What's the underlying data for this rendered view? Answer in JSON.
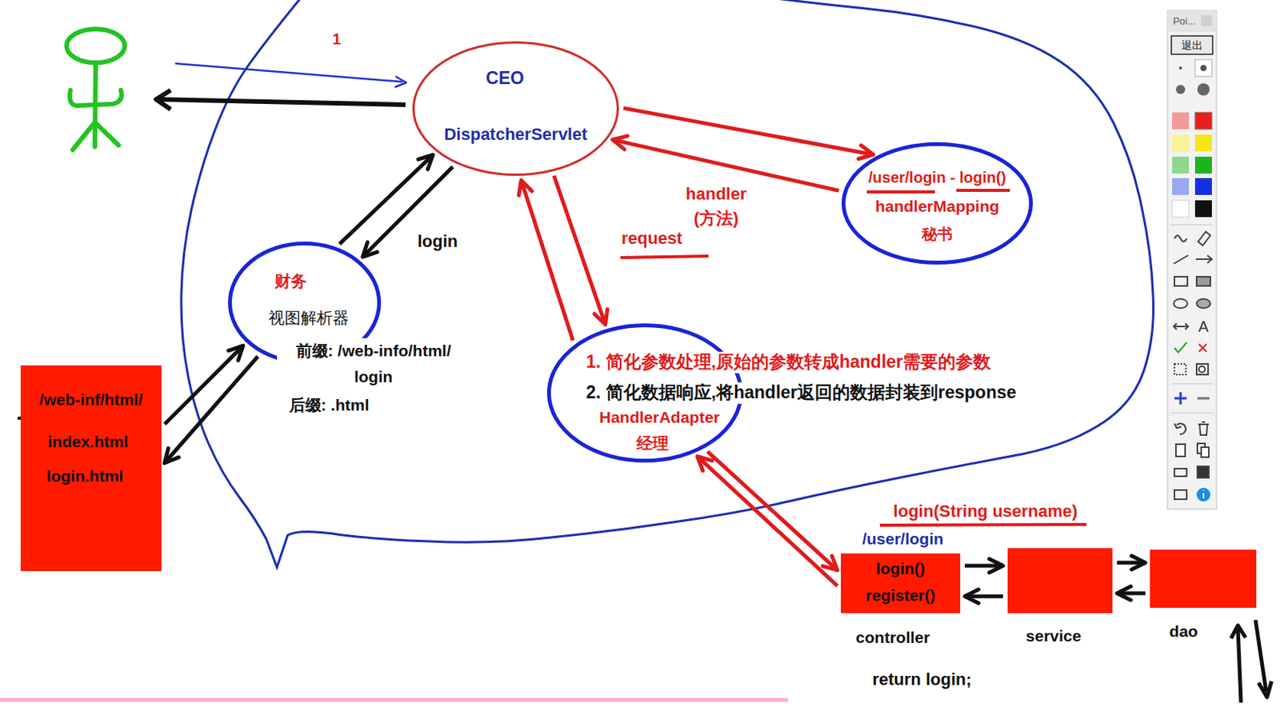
{
  "diagram": {
    "nodes": [
      {
        "text": [
          "CEO",
          "DispatcherServlet"
        ]
      },
      {
        "text": [
          "/user/login - login()",
          "handlerMapping",
          "秘书"
        ]
      },
      {
        "text": [
          "财务",
          "视图解析器",
          "前缀: /web-info/html/ login",
          "后缀: .html"
        ]
      },
      {
        "text": [
          "1. 简化参数处理,原始的参数转成handler需要的参数",
          "2. 简化数据响应,将handler返回的数据封装到response",
          "HandlerAdapter",
          "经理"
        ]
      },
      {
        "text": [
          "/web-inf/html/",
          "index.html",
          "login.html"
        ]
      },
      {
        "text": [
          "/user/login",
          "login()",
          "register()",
          "controller"
        ]
      },
      {
        "text": [
          "service"
        ]
      },
      {
        "text": [
          "dao"
        ]
      }
    ],
    "edges": [
      {
        "from": 0,
        "to": 1,
        "arrow": "to"
      },
      {
        "from": 1,
        "to": 0,
        "arrow": "to",
        "label": "handler (方法)"
      },
      {
        "from": 0,
        "to": 3,
        "arrow": "to",
        "label": "request"
      },
      {
        "from": 3,
        "to": 0,
        "arrow": "to"
      },
      {
        "from": 0,
        "to": 2,
        "arrow": "to",
        "label": "login"
      },
      {
        "from": 2,
        "to": 0,
        "arrow": "to"
      },
      {
        "from": 2,
        "to": 4,
        "arrow": "to"
      },
      {
        "from": 4,
        "to": 2,
        "arrow": "to"
      },
      {
        "from": 3,
        "to": 5,
        "arrow": "to"
      },
      {
        "from": 5,
        "to": 3,
        "arrow": "to"
      },
      {
        "from": 5,
        "to": 6,
        "arrow": "to"
      },
      {
        "from": 6,
        "to": 5,
        "arrow": "to"
      },
      {
        "from": 6,
        "to": 7,
        "arrow": "to"
      },
      {
        "from": 7,
        "to": 6,
        "arrow": "to"
      }
    ],
    "labels": [
      "1",
      "login(String username)",
      "return login;",
      "Poi...",
      "退出",
      "A"
    ]
  }
}
